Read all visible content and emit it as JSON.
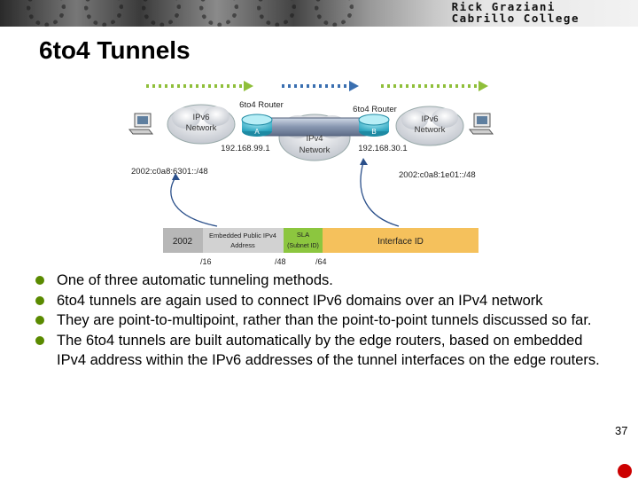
{
  "header": {
    "author_line1": "Rick Graziani",
    "author_line2": "Cabrillo College"
  },
  "slide": {
    "title": "6to4 Tunnels",
    "page_number": "37"
  },
  "diagram": {
    "router_a_title": "6to4 Router",
    "router_b_title": "6to4 Router",
    "router_a_label": "A",
    "router_b_label": "B",
    "left_cloud": [
      "IPv6",
      "Network"
    ],
    "center_cloud": [
      "IPv4",
      "Network"
    ],
    "right_cloud": [
      "IPv6",
      "Network"
    ],
    "ip_a": "192.168.99.1",
    "ip_b": "192.168.30.1",
    "prefix_a": "2002:c0a8:6301::/48",
    "prefix_b": "2002:c0a8:1e01::/48",
    "address_fields": {
      "prefix": "2002",
      "embedded": [
        "Embedded Public IPv4",
        "Address"
      ],
      "sla": [
        "SLA",
        "(Subnet ID)"
      ],
      "interface_id": "Interface ID"
    },
    "bit_marks": [
      "/16",
      "/48",
      "/64"
    ],
    "colors": {
      "arrow": "#8fbf3a",
      "tunnel_arrow": "#3a6fb0",
      "interface_field": "#f5c15c",
      "sla_field": "#8cc63f",
      "prefix_field": "#b7b7b7"
    }
  },
  "bullets": [
    "One of three automatic tunneling methods.",
    "6to4 tunnels are again used to connect IPv6 domains over an IPv4 network",
    "They are point-to-multipoint, rather than the point-to-point tunnels discussed so far.",
    "The 6to4 tunnels are built automatically by the edge routers, based on embedded IPv4 address within the IPv6 addresses of the tunnel interfaces on the edge routers."
  ]
}
